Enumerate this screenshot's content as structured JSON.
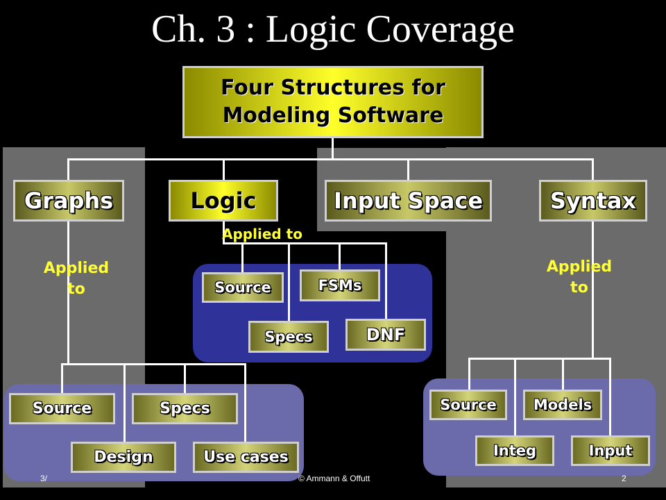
{
  "slide": {
    "title": "Ch. 3 : Logic Coverage",
    "root": "Four Structures for Modeling Software",
    "categories": [
      "Graphs",
      "Logic",
      "Input Space",
      "Syntax"
    ],
    "applied_to": "Applied to",
    "logic_items": [
      "Source",
      "FSMs",
      "Specs",
      "DNF"
    ],
    "graph_items": [
      "Source",
      "Specs",
      "Design",
      "Use cases"
    ],
    "syntax_items": [
      "Source",
      "Models",
      "Integ",
      "Input"
    ],
    "footer_left": "3/",
    "footer_center": "© Ammann & Offutt",
    "footer_right": "2"
  },
  "colors": {
    "background": "#000000",
    "gray_panel": "#6b6b6b",
    "blue_panel": "#2e3299",
    "lavender_panel": "#6b6aaa",
    "label": "#ffff33"
  }
}
